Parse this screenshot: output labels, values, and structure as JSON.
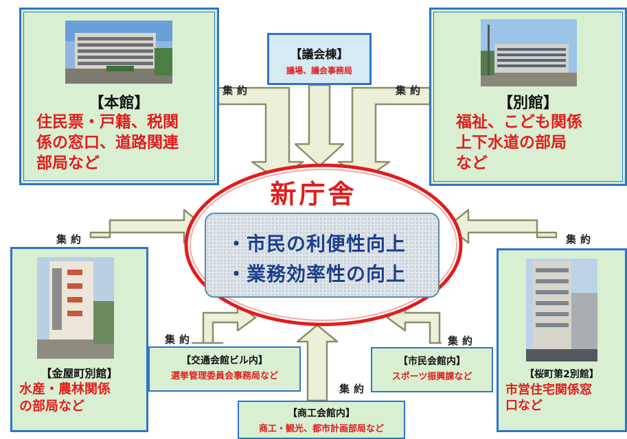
{
  "center": {
    "title": "新庁舎",
    "benefits": [
      "・市民の利便性向上",
      "・業務効率性の向上"
    ]
  },
  "arrow_label": "集約",
  "honkan": {
    "title": "【本館】",
    "lines": [
      "住民票・戸籍、税関",
      "係の窓口、道路関連",
      "部局など"
    ]
  },
  "gikaito": {
    "title": "【議会棟】",
    "sub": "議場、議会事務局"
  },
  "bekkan": {
    "title": "【別館】",
    "lines": [
      "福祉、こども関係",
      "上下水道の部局",
      "など"
    ]
  },
  "kanaya": {
    "title": "【金屋町別館】",
    "lines": [
      "水産・農林関係",
      "の部局など"
    ]
  },
  "sakura": {
    "title": "【桜町第2別館】",
    "lines": [
      "市営住宅関係窓",
      "口など"
    ]
  },
  "kotsu": {
    "title": "【交通会館ビル内】",
    "sub": "選挙管理委員会事務局など"
  },
  "shimin": {
    "title": "【市民会館内】",
    "sub": "スポーツ振興課など"
  },
  "shoko": {
    "title": "【商工会館内】",
    "sub": "商工・観光、都市計画部局など"
  },
  "colors": {
    "accent_red": "#e11d1d",
    "box_green": "#d9efd2",
    "border_blue": "#2e74c6",
    "arrow_fill": "#ecf0d8",
    "arrow_stroke": "#8c8c6a"
  }
}
